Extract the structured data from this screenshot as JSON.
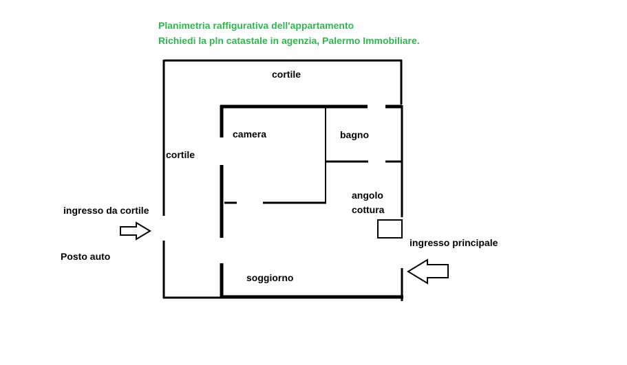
{
  "header": {
    "line1": "Planimetria raffigurativa dell'appartamento",
    "line2": "Richiedi la pln catastale in agenzia, Palermo Immobiliare.",
    "color": "#2db84d"
  },
  "rooms": {
    "cortile_top": "cortile",
    "cortile_left": "cortile",
    "camera": "camera",
    "bagno": "bagno",
    "angolo": "angolo",
    "cottura": "cottura",
    "soggiorno": "soggiorno"
  },
  "labels": {
    "ingresso_cortile": "ingresso da cortile",
    "posto_auto": "Posto auto",
    "ingresso_principale": "ingresso principale"
  },
  "colors": {
    "walls": "#000000",
    "arrow_fill": "#ffffff"
  },
  "icons": {
    "entrance_arrow_right": "arrow-right-icon",
    "entrance_arrow_left": "arrow-left-icon"
  }
}
